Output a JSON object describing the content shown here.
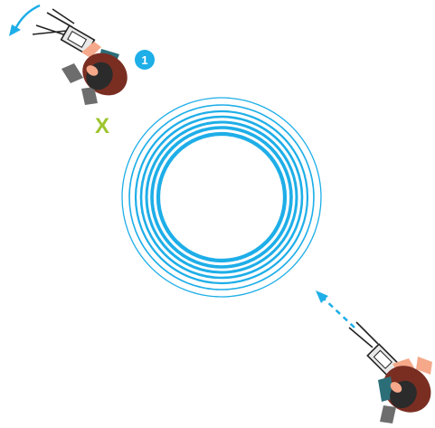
{
  "step_badge": {
    "label": "1",
    "color": "#1eaee8"
  },
  "wrong_spot_mark": {
    "label": "X",
    "color": "#9dc52f"
  },
  "target_rings": {
    "color": "#1eaee8",
    "ring_count": 7
  },
  "arrows": {
    "rotate_arrow": {
      "color": "#1eaee8",
      "direction": "counterclockwise"
    },
    "approach_arrow": {
      "color": "#1eaee8",
      "style": "dashed"
    }
  },
  "figures": {
    "skin_color": "#f5a98a",
    "hair_color": "#2b2b2b",
    "shirt_color": "#7a2e22",
    "teal_color": "#2b6e78",
    "gray_color": "#6d6d6d",
    "tool_color": "#e8e8e8",
    "outline_color": "#222222"
  }
}
